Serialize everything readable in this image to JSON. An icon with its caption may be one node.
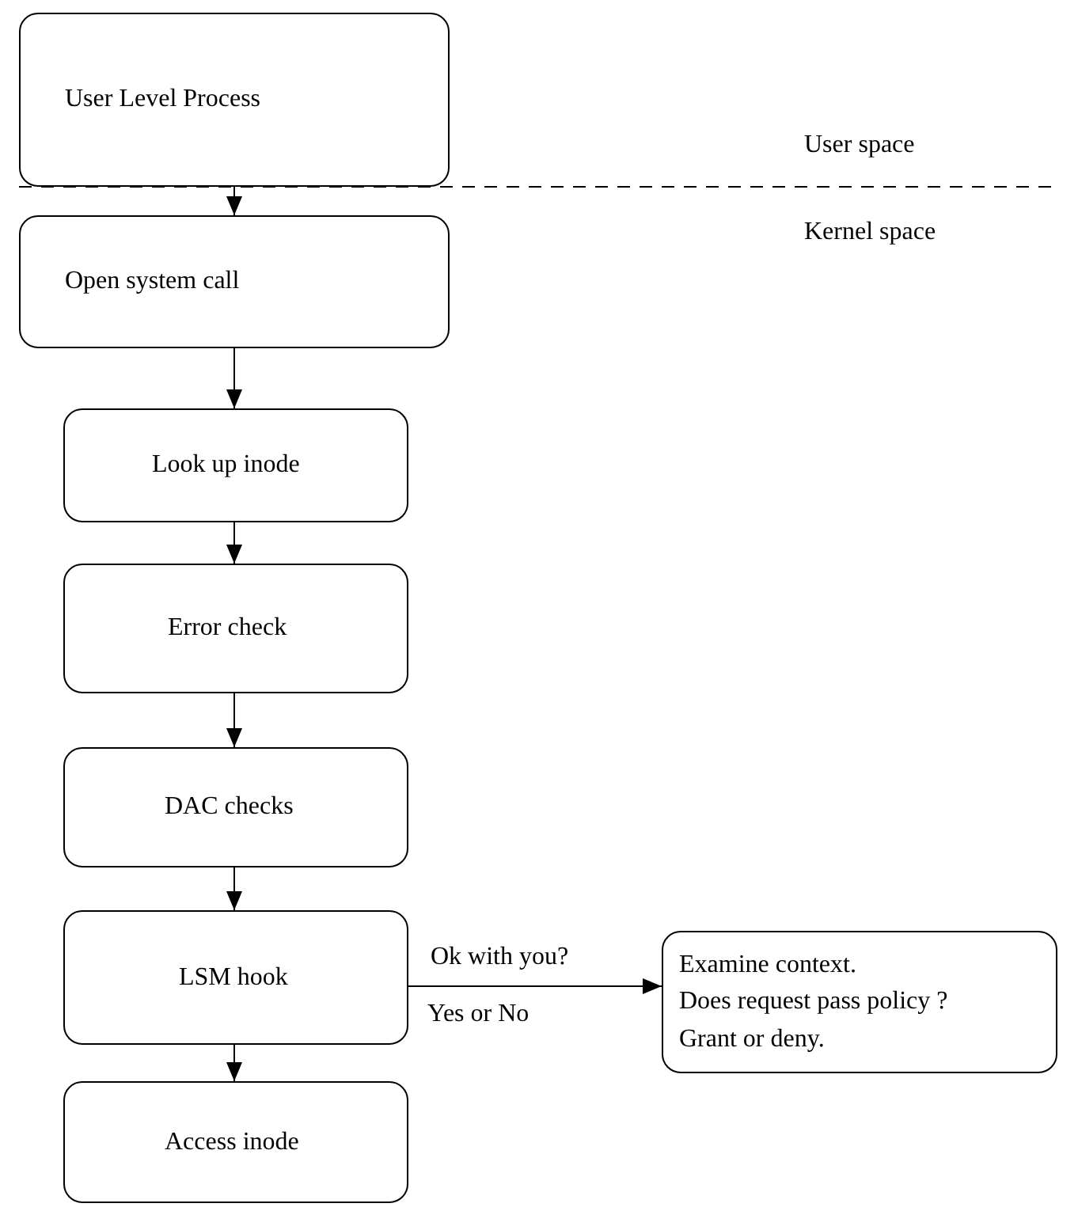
{
  "diagram": {
    "nodes": [
      {
        "text": [
          "User Level Process"
        ]
      },
      {
        "text": [
          "Open system call"
        ]
      },
      {
        "text": [
          "Look up inode"
        ]
      },
      {
        "text": [
          "Error check"
        ]
      },
      {
        "text": [
          "DAC checks"
        ]
      },
      {
        "text": [
          "LSM hook"
        ]
      },
      {
        "text": [
          "Access inode"
        ]
      },
      {
        "text": [
          "Examine context.",
          "Does request pass policy ?",
          "Grant or deny."
        ]
      }
    ],
    "edges": [
      {
        "from": 0,
        "to": 1,
        "arrow": "to"
      },
      {
        "from": 1,
        "to": 2,
        "arrow": "to"
      },
      {
        "from": 2,
        "to": 3,
        "arrow": "to"
      },
      {
        "from": 3,
        "to": 4,
        "arrow": "to"
      },
      {
        "from": 4,
        "to": 5,
        "arrow": "to"
      },
      {
        "from": 5,
        "to": 6,
        "arrow": "to"
      },
      {
        "from": 5,
        "to": 7,
        "arrow": "to",
        "label": "Ok with you?"
      }
    ],
    "labels": [
      "User space",
      "Kernel space",
      "Yes or No"
    ]
  }
}
